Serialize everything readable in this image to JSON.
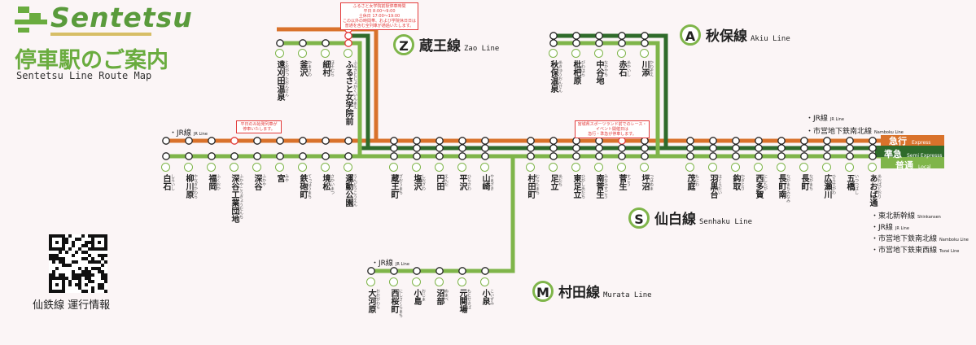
{
  "header": {
    "brand": "Sentetsu",
    "title": "停車駅のご案内",
    "subtitle": "Sentetsu Line Route Map"
  },
  "footer": {
    "label": "仙鉄線 運行情報"
  },
  "colors": {
    "express": "#d9722b",
    "semi": "#2f6b2b",
    "local": "#7fb54a",
    "brand": "#6aac3f",
    "alert": "#e23b3b"
  },
  "lines": {
    "zao": {
      "letter": "Z",
      "name": "蔵王線",
      "en": "Zao Line"
    },
    "akiu": {
      "letter": "A",
      "name": "秋保線",
      "en": "Akiu Line"
    },
    "senhaku": {
      "letter": "S",
      "name": "仙白線",
      "en": "Senhaku Line"
    },
    "murata": {
      "letter": "M",
      "name": "村田線",
      "en": "Murata Line"
    }
  },
  "services": {
    "express": {
      "ja": "急行",
      "en": "Express"
    },
    "semi": {
      "ja": "準急",
      "en": "Semi Expresss"
    },
    "local": {
      "ja": "普通",
      "en": "Local"
    }
  },
  "notes": {
    "west_jr": {
      "ja": "JR線",
      "en": "JR Line"
    },
    "murata_jr": {
      "ja": "JR線",
      "en": "JR Line"
    },
    "east_top": [
      {
        "ja": "JR線",
        "en": "JR Line"
      },
      {
        "ja": "市営地下鉄南北線",
        "en": "Namboku Line"
      }
    ],
    "east_bottom": [
      {
        "ja": "東北新幹線",
        "en": "Shinkansen"
      },
      {
        "ja": "JR線",
        "en": "JR Line"
      },
      {
        "ja": "市営地下鉄南北線",
        "en": "Namboku Line"
      },
      {
        "ja": "市営地下鉄東西線",
        "en": "Tozai Line"
      }
    ],
    "callout_zao": "ふるさと女学院前駅停車時間\n平日 8:00〜9:00\n土休日 17:00〜19:00\nこの以外の時間帯、および学院休日日は\n普通を含む全列車が通過いたします。",
    "callout_senhaku": "平日のみ始発列車が\n停車いたします。",
    "callout_sports": "宮城県スポーツランド前でのレース・イベント開催日は\n急行・準急が停車します。"
  },
  "stations": {
    "zao_branch": [
      {
        "ja": "遠刈田温泉",
        "kana": "とおがったおんせん"
      },
      {
        "ja": "釜沢",
        "kana": "かまさわ"
      },
      {
        "ja": "細村",
        "kana": "ほそむら"
      },
      {
        "ja": "ふるさと女学院前",
        "kana": "ふるさとじょがくいんまえ"
      }
    ],
    "akiu_branch": [
      {
        "ja": "秋保温泉",
        "kana": "あきゅうおんせん"
      },
      {
        "ja": "枇杷原",
        "kana": "びわはら"
      },
      {
        "ja": "中谷地",
        "kana": "なかやち"
      },
      {
        "ja": "赤石",
        "kana": "あかいし"
      },
      {
        "ja": "川添",
        "kana": "かわぞえ"
      }
    ],
    "main_west": [
      {
        "ja": "白石",
        "kana": "しろいし"
      },
      {
        "ja": "柳川原",
        "kana": "やなぎかわら"
      },
      {
        "ja": "福岡",
        "kana": "ふくおか"
      },
      {
        "ja": "深谷工業団地",
        "kana": "ふかやこうぎょうだんち"
      },
      {
        "ja": "深谷",
        "kana": "ふかや"
      },
      {
        "ja": "宮",
        "kana": "みや"
      },
      {
        "ja": "鉄砲町",
        "kana": "てっぽうまち"
      },
      {
        "ja": "境松",
        "kana": "さかいまつ"
      },
      {
        "ja": "運動公園",
        "kana": "うんどうこうえん"
      }
    ],
    "main_east": [
      {
        "ja": "蔵王町",
        "kana": "ざおうまち"
      },
      {
        "ja": "塩沢",
        "kana": "しおざわ"
      },
      {
        "ja": "円田",
        "kana": "えんだ"
      },
      {
        "ja": "平沢",
        "kana": "ひらさわ"
      },
      {
        "ja": "山崎",
        "kana": "やまざき"
      },
      {
        "ja": "村田町",
        "kana": "むらたまち"
      },
      {
        "ja": "足立",
        "kana": "あだち"
      },
      {
        "ja": "東足立",
        "kana": "ひがしあだち"
      },
      {
        "ja": "南菅生",
        "kana": "みなみすごう"
      },
      {
        "ja": "菅生",
        "kana": "すごう"
      },
      {
        "ja": "坪沼",
        "kana": "つぼぬま"
      },
      {
        "ja": "茂庭",
        "kana": "もにわ"
      },
      {
        "ja": "羽黒台",
        "kana": "はぐろだい"
      },
      {
        "ja": "鈎取",
        "kana": "かぎとり"
      },
      {
        "ja": "西多賀",
        "kana": "にしたが"
      },
      {
        "ja": "長町南",
        "kana": "ながまちみなみ"
      },
      {
        "ja": "長町",
        "kana": "ながまち"
      },
      {
        "ja": "広瀬川",
        "kana": "ひろせがわ"
      },
      {
        "ja": "五橋",
        "kana": "いつつばし"
      },
      {
        "ja": "あおば通",
        "kana": "あおばどおり"
      }
    ],
    "murata_branch": [
      {
        "ja": "大河原",
        "kana": "おおがわら"
      },
      {
        "ja": "西桜町",
        "kana": "にしさくらまち"
      },
      {
        "ja": "小島",
        "kana": "おじま"
      },
      {
        "ja": "沼部",
        "kana": "ぬまべ"
      },
      {
        "ja": "元関場",
        "kana": "もとせきば"
      },
      {
        "ja": "小泉",
        "kana": "こいずみ"
      }
    ]
  }
}
